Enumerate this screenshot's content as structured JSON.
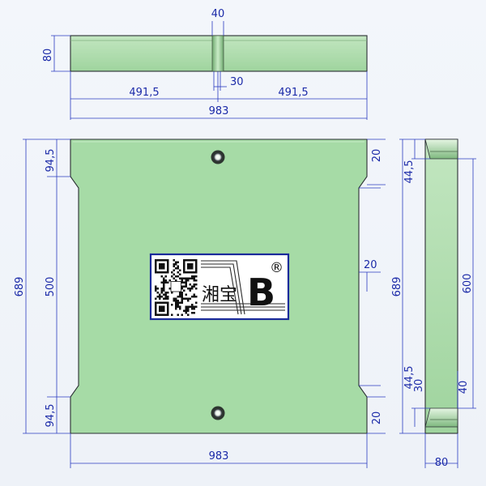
{
  "drawing": {
    "top_view": {
      "height_label": "80",
      "slot_width_label": "40",
      "slot_bottom_label": "30",
      "half_left_label": "491,5",
      "half_right_label": "491,5",
      "total_width_label": "983"
    },
    "front_view": {
      "left_top_label": "94,5",
      "left_mid_label": "500",
      "left_bottom_label": "94,5",
      "overall_height_label": "689",
      "right_top_label": "20",
      "right_mid_label": "20",
      "right_bottom_label": "20",
      "width_label": "983"
    },
    "side_view": {
      "overall_height_label": "689",
      "top_label": "44,5",
      "mid_label": "600",
      "bottom_label_1": "44,5",
      "bottom_label_2": "30",
      "bottom_label_3": "40",
      "width_label": "80"
    },
    "brand": {
      "chinese_text": "湘宝",
      "letter": "B",
      "registered_mark": "®"
    },
    "colors": {
      "plate_green": "#a5d9a5",
      "plate_green_dark": "#8cc68c",
      "dimension_blue": "#1b2aa8",
      "label_frame": "#1a2a9a"
    }
  }
}
